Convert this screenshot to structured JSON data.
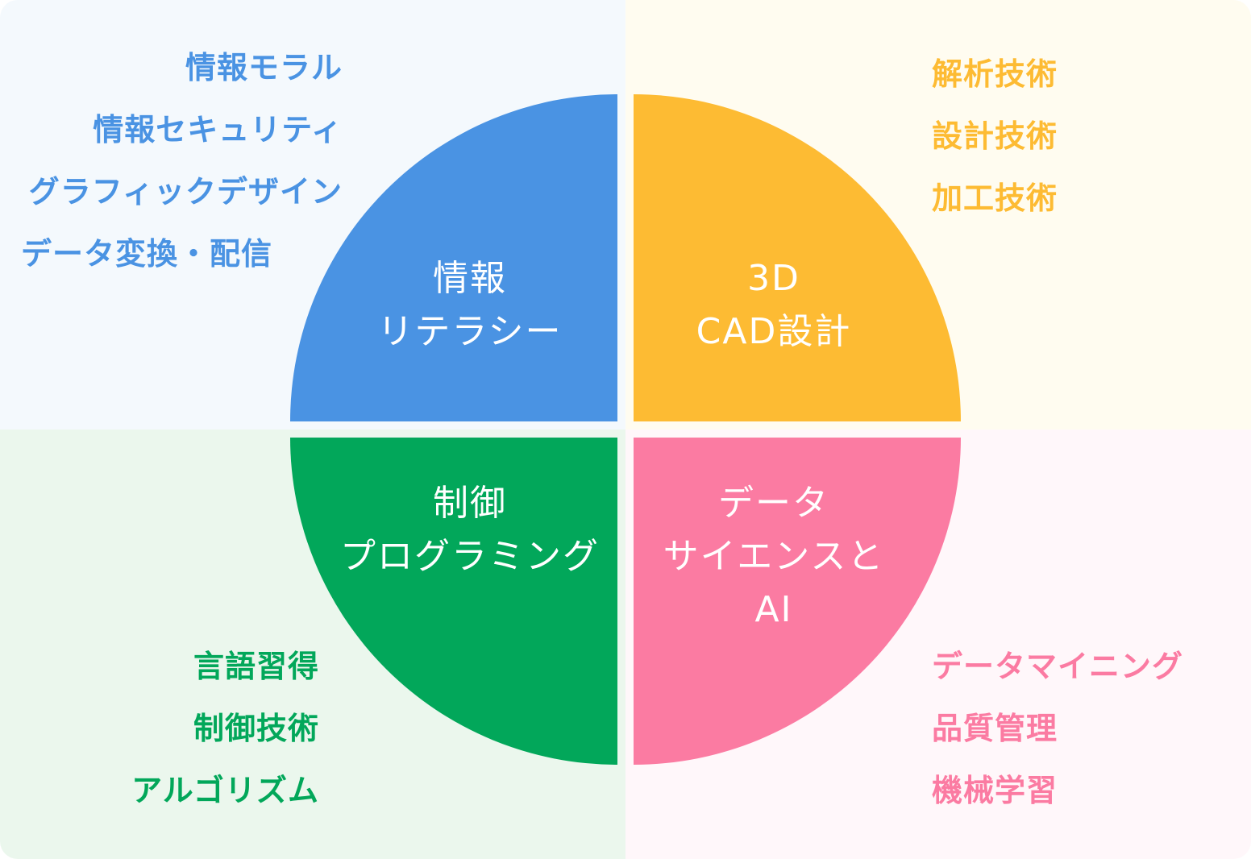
{
  "colors": {
    "info": "#4a93e3",
    "cad": "#fdbb33",
    "control": "#02a75a",
    "data": "#fb7ba2"
  },
  "quadrants": {
    "info": {
      "title_lines": [
        "情報",
        "リテラシー"
      ],
      "items": [
        "情報モラル",
        "情報セキュリティ",
        "グラフィックデザイン",
        "データ変換・配信"
      ]
    },
    "cad": {
      "title_lines": [
        "3D",
        "CAD設計"
      ],
      "items": [
        "解析技術",
        "設計技術",
        "加工技術"
      ]
    },
    "control": {
      "title_lines": [
        "制御",
        "プログラミング"
      ],
      "items": [
        "言語習得",
        "制御技術",
        "アルゴリズム"
      ]
    },
    "data": {
      "title_lines": [
        "データ",
        "サイエンスと",
        "AI"
      ],
      "items": [
        "データマイニング",
        "品質管理",
        "機械学習"
      ]
    }
  }
}
